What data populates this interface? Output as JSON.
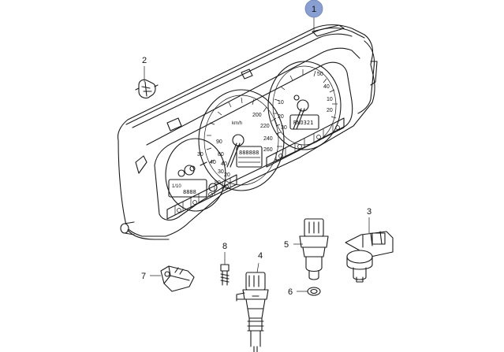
{
  "callouts": [
    {
      "id": "c1",
      "label": "1",
      "highlighted": true
    },
    {
      "id": "c2",
      "label": "2"
    },
    {
      "id": "c3",
      "label": "3"
    },
    {
      "id": "c4",
      "label": "4"
    },
    {
      "id": "c5",
      "label": "5"
    },
    {
      "id": "c6",
      "label": "6"
    },
    {
      "id": "c7",
      "label": "7"
    },
    {
      "id": "c8",
      "label": "8"
    }
  ],
  "highlight_color": "#8a9fd1",
  "speedometer": {
    "unit": "km/h",
    "ticks": [
      "20",
      "30",
      "40",
      "80",
      "90",
      "200",
      "220",
      "240",
      "260"
    ],
    "odometer": "888888",
    "trip": "8888"
  },
  "tachometer": {
    "ticks": [
      "10",
      "20",
      "30",
      "40",
      "50",
      "10",
      "20",
      "30",
      "40"
    ],
    "label": "RNO321"
  },
  "fuel_gauge": {
    "label": "1/10",
    "ticks": [
      "20",
      "30",
      "40",
      "80"
    ]
  },
  "cluster": {
    "left_dial_ticks": [
      "30",
      "40",
      "80"
    ]
  }
}
